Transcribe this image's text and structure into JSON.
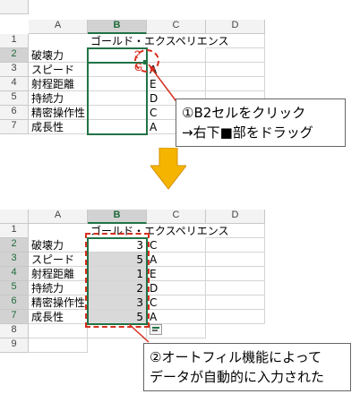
{
  "columns": [
    "A",
    "B",
    "C",
    "D"
  ],
  "top": {
    "rows": [
      "1",
      "2",
      "3",
      "4",
      "5",
      "6",
      "7"
    ],
    "title": "ゴールド・エクスペリエンス",
    "labels": [
      "破壊力",
      "スピード",
      "射程距離",
      "持続力",
      "精密操作性",
      "成長性"
    ],
    "grades": [
      "A",
      "E",
      "D",
      "C",
      "A"
    ],
    "drag_mark": "?G"
  },
  "bottom": {
    "rows": [
      "1",
      "2",
      "3",
      "4",
      "5",
      "6",
      "7",
      "8",
      "9"
    ],
    "title": "ゴールド・エクスペリエンス",
    "labels": [
      "破壊力",
      "スピード",
      "射程距離",
      "持続力",
      "精密操作性",
      "成長性"
    ],
    "values": [
      "3",
      "5",
      "1",
      "2",
      "3",
      "5"
    ],
    "grades": [
      "C",
      "A",
      "E",
      "D",
      "C",
      "A"
    ]
  },
  "callout1": {
    "line1": "①B2セルをクリック",
    "line2": "→右下■部をドラッグ"
  },
  "callout2": {
    "line1": "②オートフィル機能によって",
    "line2": "データが自動的に入力された"
  },
  "colors": {
    "selection": "#217346",
    "dashed": "#d6301f",
    "arrow": "#f5b400"
  },
  "icons": [
    "down-arrow-icon",
    "autofill-options-icon",
    "fill-handle-icon"
  ]
}
